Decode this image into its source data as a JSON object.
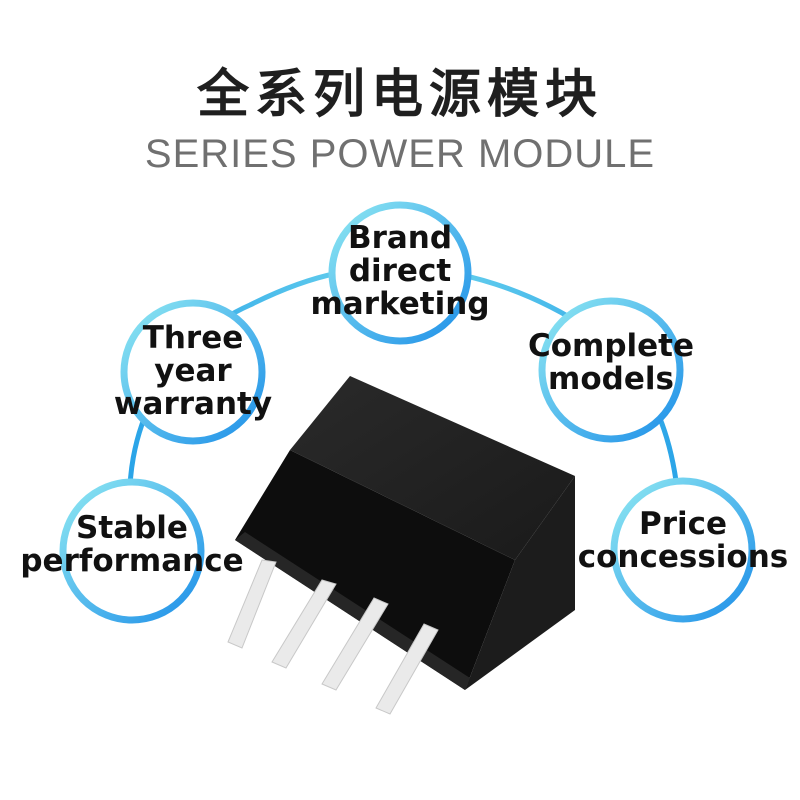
{
  "header": {
    "title": "全系列电源模块",
    "subtitle": "SERIES POWER MODULE"
  },
  "features": [
    {
      "label": "Brand direct marketing"
    },
    {
      "label": "Three year warranty"
    },
    {
      "label": "Complete models"
    },
    {
      "label": "Stable performance"
    },
    {
      "label": "Price concessions"
    }
  ],
  "colors": {
    "ring_start": "#7fe3f0",
    "ring_end": "#1e8fe8",
    "module_body": "#141414",
    "pin": "#e8e8e8"
  },
  "icons": {
    "product": "power-module-sip4-icon"
  }
}
